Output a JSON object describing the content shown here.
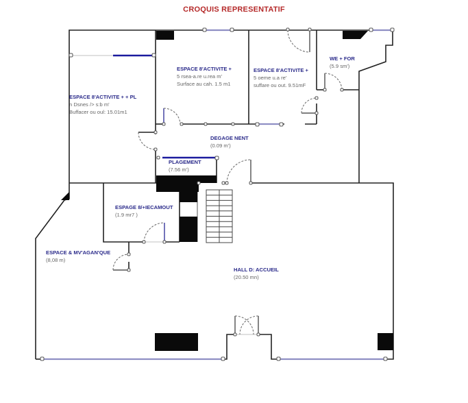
{
  "title": "CROQUIS REPRESENTATIF",
  "colors": {
    "title": "#b52a2a",
    "room_name": "#2a2a8a",
    "room_detail": "#666666",
    "wall": "#222222",
    "window": "#8f8fc4",
    "window_accent": "#1a1a9e",
    "solid_block": "#0a0a0a"
  },
  "rooms": [
    {
      "id": "activite-pl",
      "name": "ESPACE 8'ACTIVITE + + PL",
      "lines": [
        "n Dsnes /> s:b m'",
        "Buffacer ou oul: 15.01m1"
      ]
    },
    {
      "id": "activite-1",
      "name": "ESPACE 8'ACTIVITE +",
      "lines": [
        "5 rsea-a.re u.rea m'",
        "Surface au cah. 1.5 m1"
      ]
    },
    {
      "id": "activite-2",
      "name": "ESPACE 8'ACTIVITE +",
      "lines": [
        "5 oeme u.a re'",
        "suffare ou out. 9.51mF"
      ]
    },
    {
      "id": "wc",
      "name": "WE + FOR",
      "lines": [
        "(5.9 sm')"
      ]
    },
    {
      "id": "degagement",
      "name": "DEGAGE NENT",
      "lines": [
        "(0.09 m')"
      ]
    },
    {
      "id": "plagement",
      "name": "PLAGEMENT",
      "lines": [
        "(7.56 m')"
      ]
    },
    {
      "id": "mecamout",
      "name": "ESPAGE 8/+IECAMOUT",
      "lines": [
        "(1.9 mr7 )"
      ]
    },
    {
      "id": "mecanique",
      "name": "ESPACE & MV'AGAN'QUE",
      "lines": [
        "(8,08 m)"
      ]
    },
    {
      "id": "hall",
      "name": "HALL D: ACCUEIL",
      "lines": [
        "(20.50 mn)"
      ]
    }
  ],
  "stairs": {
    "steps": 10
  }
}
